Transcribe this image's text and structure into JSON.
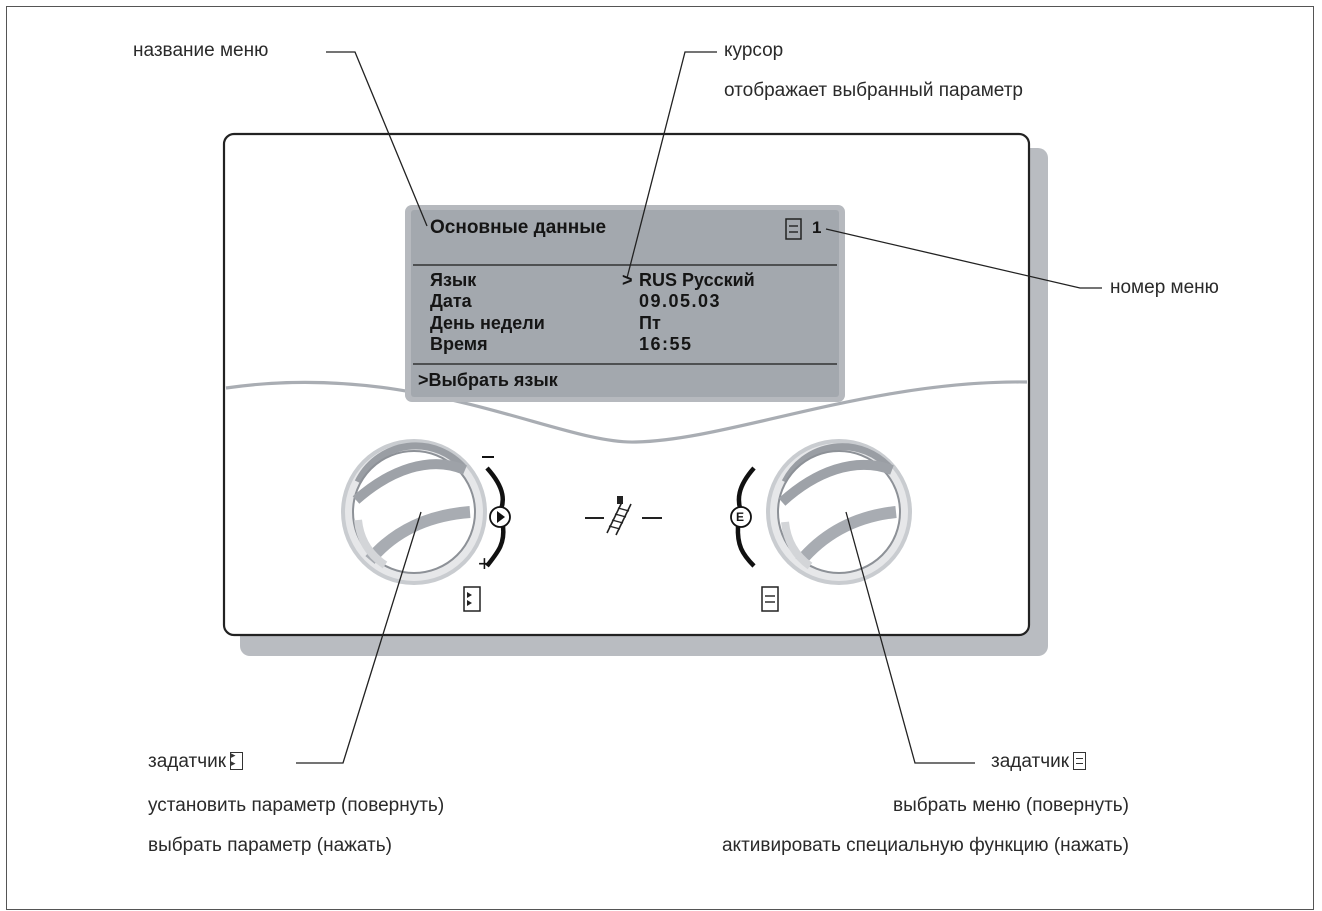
{
  "annotations": {
    "menu_name": "название меню",
    "cursor": "курсор",
    "cursor_desc": "отображает выбранный параметр",
    "menu_number": "номер меню",
    "left_knob_label": "задатчик",
    "left_knob_action1": "установить параметр (повернуть)",
    "left_knob_action2": "выбрать параметр (нажать)",
    "right_knob_label": "задатчик",
    "right_knob_action1": "выбрать меню (повернуть)",
    "right_knob_action2": "активировать специальную функцию (нажать)"
  },
  "display": {
    "title": "Основные данные",
    "menu_number": "1",
    "rows": [
      {
        "param": "Язык",
        "cursor": ">",
        "value": "RUS Русский"
      },
      {
        "param": "Дата",
        "cursor": "",
        "value": "09.05.03"
      },
      {
        "param": "День недели",
        "cursor": "",
        "value": "Пт"
      },
      {
        "param": "Время",
        "cursor": "",
        "value": "16:55"
      }
    ],
    "hint": ">Выбрать язык"
  },
  "controls": {
    "minus_sign": "−",
    "plus_sign": "+",
    "enter_symbol": "E",
    "left_knob_icon": "parameter-icon",
    "right_knob_icon": "menu-icon",
    "center_icon": "chimney-sweep-icon"
  }
}
